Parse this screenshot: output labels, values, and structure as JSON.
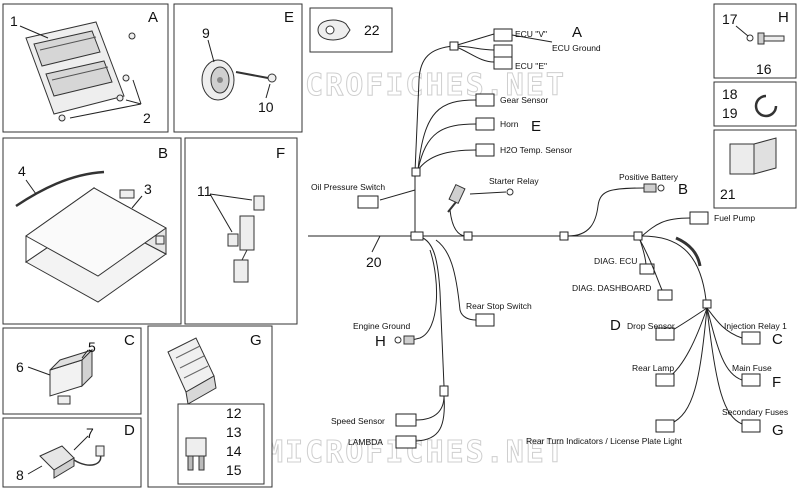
{
  "watermark": "MICROFICHES.NET",
  "panels": {
    "A": {
      "letter": "A",
      "numbers": [
        "1",
        "2"
      ]
    },
    "E": {
      "letter": "E",
      "numbers": [
        "9",
        "10"
      ]
    },
    "p22": {
      "numbers": [
        "22"
      ]
    },
    "B": {
      "letter": "B",
      "numbers": [
        "4",
        "3"
      ]
    },
    "F": {
      "letter": "F",
      "numbers": [
        "11"
      ]
    },
    "C": {
      "letter": "C",
      "numbers": [
        "5",
        "6"
      ]
    },
    "G": {
      "letter": "G",
      "numbers": [
        "12",
        "13",
        "14",
        "15"
      ]
    },
    "D": {
      "letter": "D",
      "numbers": [
        "7",
        "8"
      ]
    },
    "H": {
      "letter": "H",
      "numbers": [
        "17",
        "16"
      ]
    },
    "p1819": {
      "numbers": [
        "18",
        "19"
      ]
    },
    "p21": {
      "numbers": [
        "21"
      ]
    }
  },
  "wiring": {
    "main_number": "20",
    "labels": {
      "ecu_v": "ECU \"V\"",
      "ecu_ground": "ECU Ground",
      "ecu_e": "ECU \"E\"",
      "gear_sensor": "Gear Sensor",
      "horn": "Horn",
      "h2o": "H2O Temp. Sensor",
      "oil": "Oil Pressure Switch",
      "starter": "Starter Relay",
      "positive_battery": "Positive Battery",
      "fuel_pump": "Fuel Pump",
      "diag_ecu": "DIAG. ECU",
      "diag_dash": "DIAG. DASHBOARD",
      "rear_stop": "Rear Stop Switch",
      "engine_ground": "Engine Ground",
      "drop_sensor": "Drop Sensor",
      "injection_relay": "Injection Relay 1",
      "rear_lamp": "Rear Lamp",
      "main_fuse": "Main Fuse",
      "secondary_fuses": "Secondary Fuses",
      "speed_sensor": "Speed Sensor",
      "lambda": "LAMBDA",
      "rear_turn": "Rear Turn Indicators / License Plate Light"
    },
    "letters": {
      "ecu": "A",
      "horn": "E",
      "battery": "B",
      "engine_ground": "H",
      "drop_sensor": "D",
      "injection_relay": "C",
      "main_fuse": "F",
      "secondary_fuses": "G"
    }
  }
}
